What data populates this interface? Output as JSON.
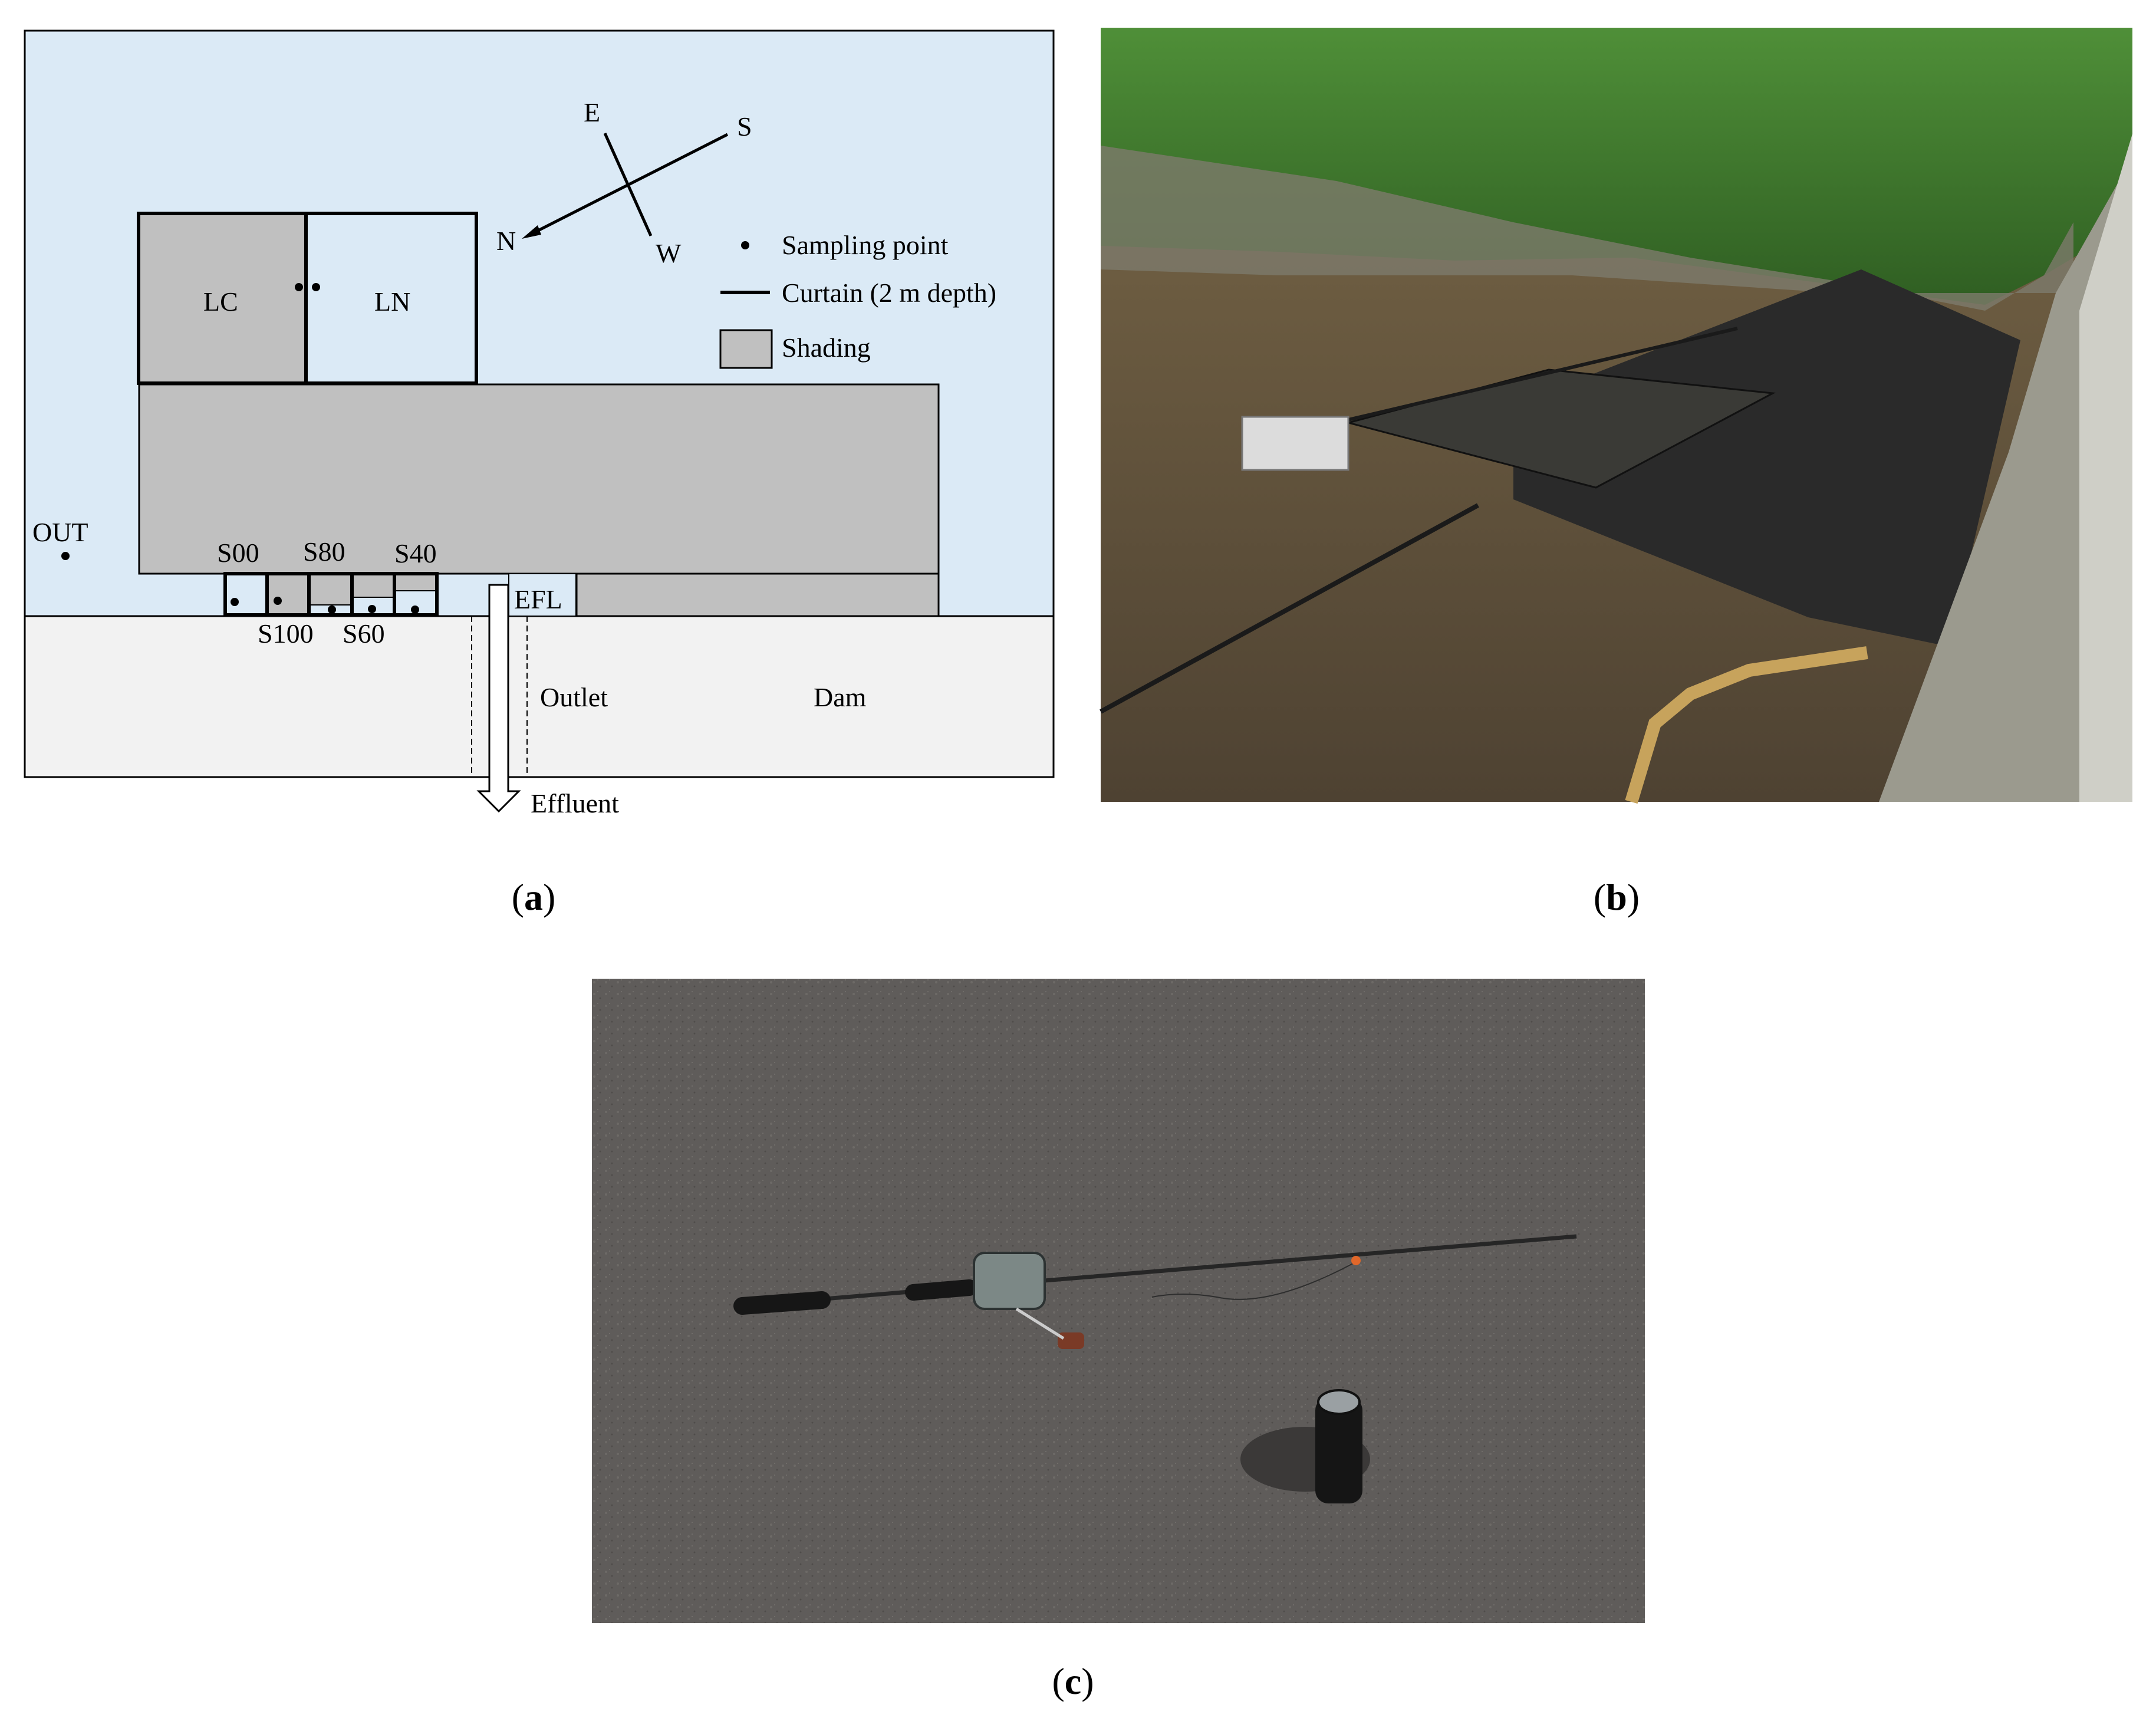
{
  "panel_a": {
    "labels": {
      "lc": "LC",
      "ln": "LN",
      "out": "OUT",
      "s00": "S00",
      "s80": "S80",
      "s40": "S40",
      "s100": "S100",
      "s60": "S60",
      "efl": "EFL",
      "outlet": "Outlet",
      "dam": "Dam",
      "effluent": "Effluent"
    },
    "compass": {
      "n": "N",
      "e": "E",
      "s": "S",
      "w": "W"
    },
    "legend": {
      "sampling_point": "Sampling point",
      "curtain": "Curtain (2 m depth)",
      "shading": "Shading"
    },
    "colors": {
      "water": "#dbeaf6",
      "shading": "#c0c0c0",
      "dam": "#f2f2f2",
      "line": "#000000"
    }
  },
  "captions": {
    "a": "a",
    "b": "b",
    "c": "c"
  },
  "photos": {
    "b_colors": {
      "water": "#6b5a40",
      "forest": "#3f7a2c",
      "shade_sheets": "#2c2c2c",
      "dam_wall": "#8b8b80"
    },
    "c_colors": {
      "asphalt": "#5f5c5a"
    }
  }
}
